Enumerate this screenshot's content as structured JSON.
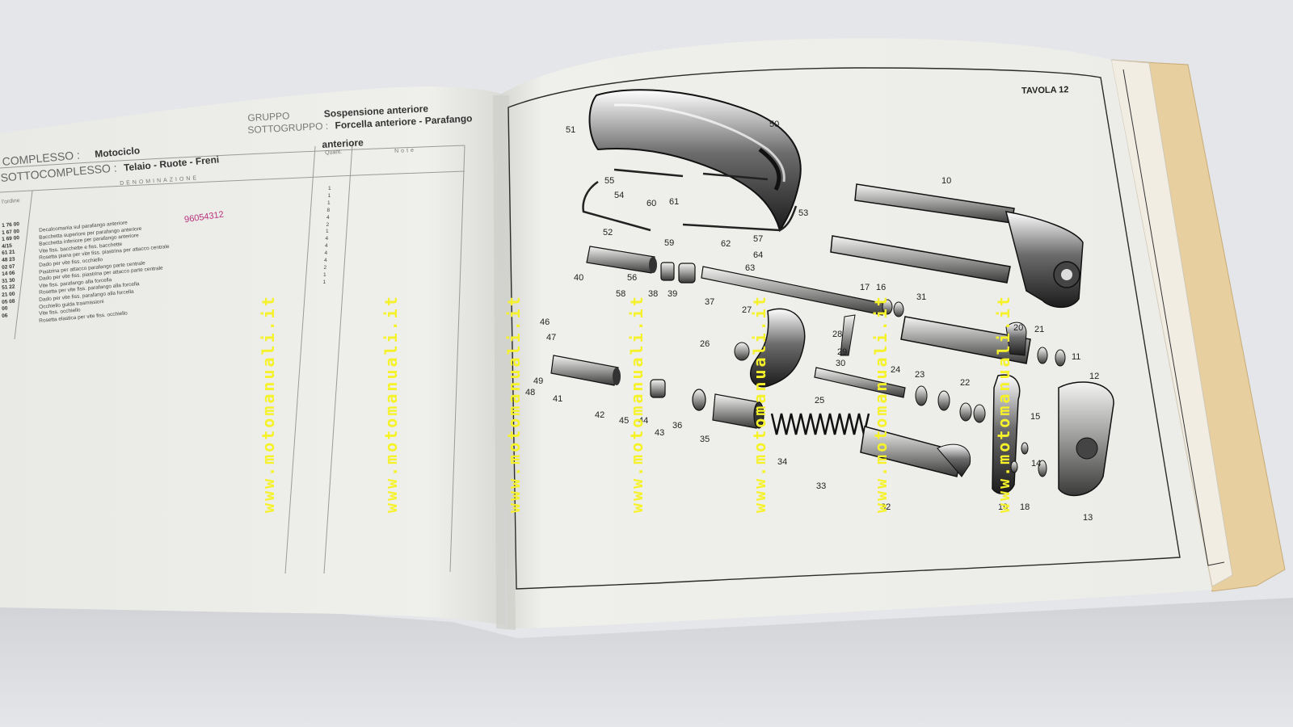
{
  "photo": {
    "colors": {
      "background": "#e4e6e9",
      "page": "#efefeb",
      "cover": "#e7cf9f",
      "ink": "#222222",
      "watermark": "#f6f22a",
      "stamp": "#b8327d"
    }
  },
  "left_page": {
    "complesso_label": "COMPLESSO :",
    "complesso_value": "Motociclo",
    "sottocomplesso_label": "SOTTOCOMPLESSO :",
    "sottocomplesso_value": "Telaio - Ruote - Freni",
    "gruppo_label": "GRUPPO",
    "gruppo_value": "Sospensione anteriore",
    "sottogruppo_label": "SOTTOGRUPPO :",
    "sottogruppo_value_1": "Forcella anteriore - Parafango",
    "sottogruppo_value_2": "anteriore",
    "col_denominazione": "DENOMINAZIONE",
    "col_quant": "Quant.",
    "col_note": "Note",
    "col_ordine": "l'ordine",
    "stamp": "96054312",
    "rows": [
      {
        "code": "1 76 00",
        "desc": "Decalcomania sul parafango anteriore",
        "qty": "1"
      },
      {
        "code": "1 67 00",
        "desc": "Bacchetta superiore per parafango anteriore",
        "qty": "1"
      },
      {
        "code": "1 69 00",
        "desc": "Bacchetta inferiore per parafango anteriore",
        "qty": "1"
      },
      {
        "code": "4/15",
        "desc": "Vite fiss. bacchette e fiss. bacchette",
        "qty": "8"
      },
      {
        "code": "61 21",
        "desc": "Rosetta piana per vite fiss. piastrina per attacco centrale",
        "qty": "4"
      },
      {
        "code": "48 23",
        "desc": "Dado per vite fiss. occhiello",
        "qty": "2"
      },
      {
        "code": "02 07",
        "desc": "Piastrina per attacco parafango parte centrale",
        "qty": "1"
      },
      {
        "code": "14 06",
        "desc": "Dado per vite fiss. piastrina per attacco parte centrale",
        "qty": "4"
      },
      {
        "code": "31 30",
        "desc": "Vite fiss. parafango alla forcella",
        "qty": "4"
      },
      {
        "code": "51 22",
        "desc": "Rosetta per vite fiss. parafango alla forcella",
        "qty": "4"
      },
      {
        "code": "21 00",
        "desc": "Dado per vite fiss. parafango alla forcella",
        "qty": "4"
      },
      {
        "code": "05 08",
        "desc": "Occhiello guida trasmissioni",
        "qty": "2"
      },
      {
        "code": "00",
        "desc": "Vite fiss. occhiello",
        "qty": "1"
      },
      {
        "code": "06",
        "desc": "Rosetta elastica per vite fiss. occhiello",
        "qty": "1"
      }
    ]
  },
  "right_page": {
    "title": "TAVOLA 12",
    "parts": [
      "10",
      "11",
      "12",
      "13",
      "14",
      "15",
      "16",
      "17",
      "18",
      "19",
      "20",
      "21",
      "22",
      "23",
      "24",
      "25",
      "26",
      "27",
      "28",
      "29",
      "30",
      "31",
      "32",
      "33",
      "34",
      "35",
      "36",
      "37",
      "38",
      "39",
      "40",
      "41",
      "42",
      "43",
      "44",
      "45",
      "46",
      "47",
      "48",
      "49",
      "50",
      "51",
      "52",
      "53",
      "54",
      "55",
      "56",
      "57",
      "58",
      "59",
      "60",
      "61",
      "62",
      "63",
      "64"
    ]
  },
  "watermark": {
    "text": "www.motomanuali.it",
    "count": 7
  }
}
